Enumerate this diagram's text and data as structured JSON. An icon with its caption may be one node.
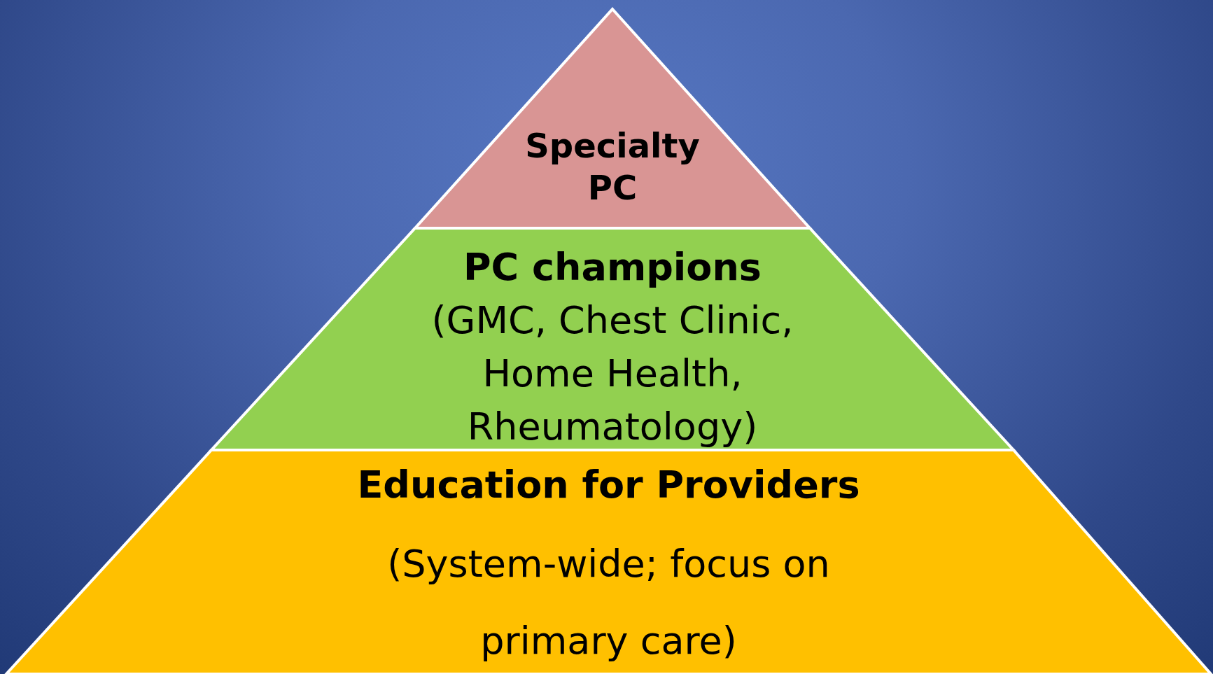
{
  "diagram": {
    "nodes": [
      {
        "text": [
          "Specialty PC"
        ]
      },
      {
        "text": [
          "**PC champions** (GMC, Chest Clinic, Home Health, Rheumatology)"
        ]
      },
      {
        "text": [
          "Education for Providers",
          "(System-wide; focus on primary care)"
        ]
      }
    ]
  }
}
